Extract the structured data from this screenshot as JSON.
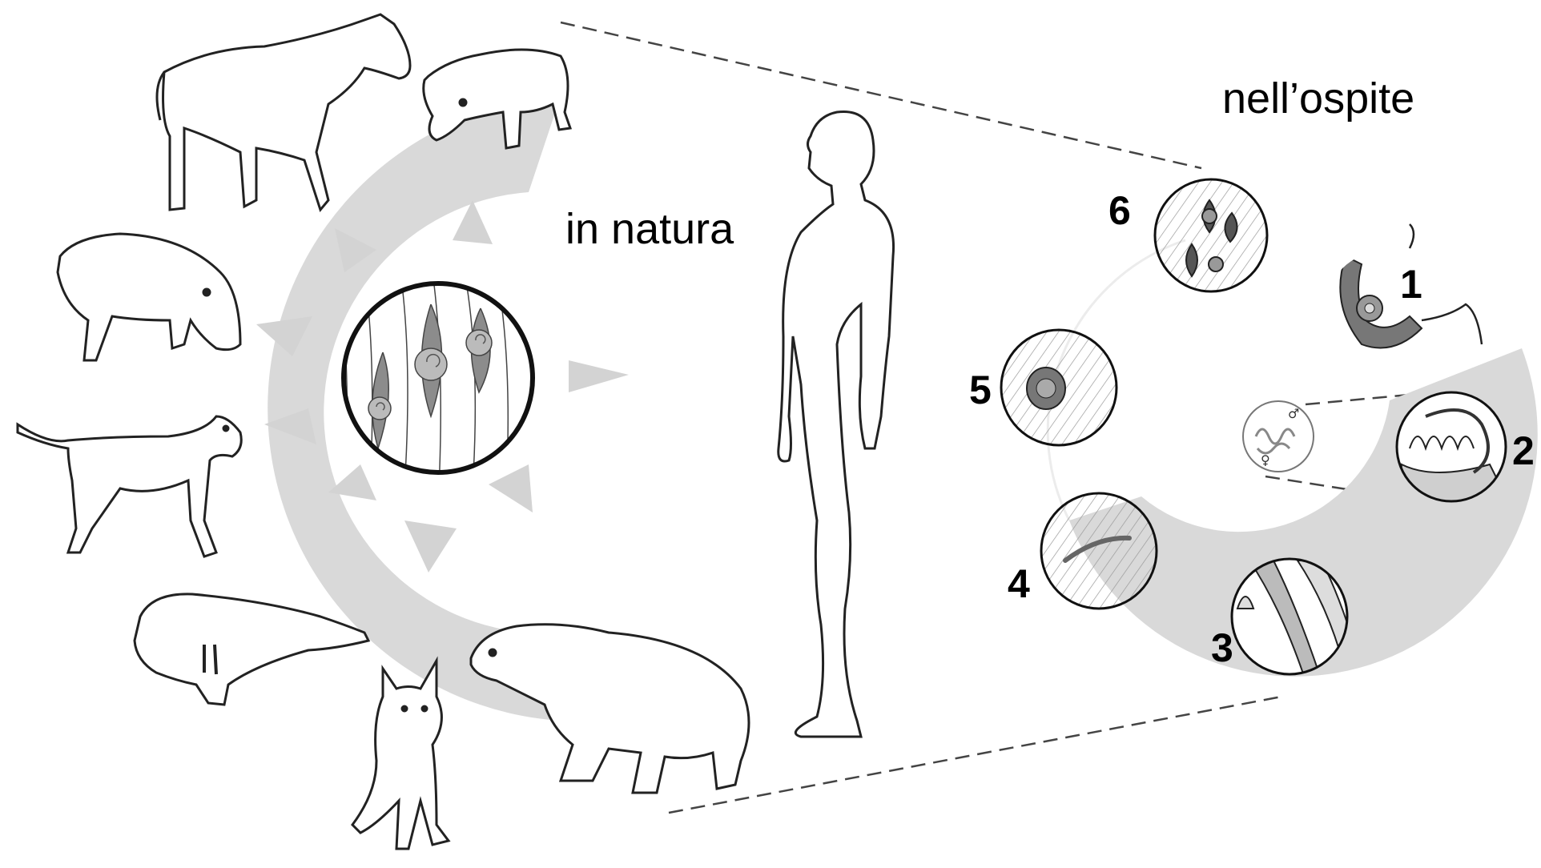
{
  "labels": {
    "in_nature": "in natura",
    "in_host": "nell’ospite"
  },
  "stages": [
    {
      "number": "1",
      "depicts": "stomach"
    },
    {
      "number": "2",
      "depicts": "intestine with adult worms"
    },
    {
      "number": "3",
      "depicts": "intestinal villi"
    },
    {
      "number": "4",
      "depicts": "larva in bloodstream"
    },
    {
      "number": "5",
      "depicts": "encysted larva in muscle"
    },
    {
      "number": "6",
      "depicts": "calcified cysts in muscle"
    }
  ],
  "animals": [
    "horse",
    "pig",
    "wild-boar",
    "dog",
    "walrus",
    "fox",
    "polar-bear"
  ],
  "colors": {
    "ring": "#d9d9d9",
    "outline": "#222222",
    "cyst": "#8c8c8c",
    "cyst_dark": "#555555",
    "dash": "#444444"
  }
}
